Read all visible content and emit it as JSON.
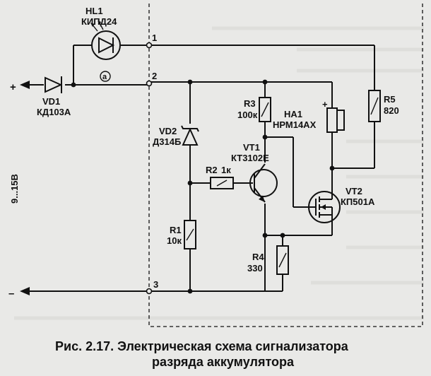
{
  "terminals": {
    "t1": "1",
    "t2": "2",
    "t3": "3"
  },
  "polarity": {
    "plus_input": "+",
    "minus_input": "–",
    "ha1_plus": "+"
  },
  "voltage_label": "9...15В",
  "node_marker": "a",
  "components": {
    "hl1": {
      "ref": "HL1",
      "part": "КИПД24"
    },
    "vd1": {
      "ref": "VD1",
      "part": "КД103А"
    },
    "vd2": {
      "ref": "VD2",
      "part": "Д314Б"
    },
    "r1": {
      "ref": "R1",
      "value": "10к"
    },
    "r2": {
      "ref": "R2",
      "value": "1к"
    },
    "r3": {
      "ref": "R3",
      "value": "100к"
    },
    "r4": {
      "ref": "R4",
      "value": "330"
    },
    "r5": {
      "ref": "R5",
      "value": "820"
    },
    "ha1": {
      "ref": "HA1",
      "part": "НРМ14АХ"
    },
    "vt1": {
      "ref": "VT1",
      "part": "КТ3102Е"
    },
    "vt2": {
      "ref": "VT2",
      "part": "КП501А"
    }
  },
  "caption": {
    "line1": "Рис. 2.17. Электрическая схема сигнализатора",
    "line2": "разряда аккумулятора"
  },
  "colors": {
    "background": "#e9e9e7",
    "ink": "#111111"
  }
}
